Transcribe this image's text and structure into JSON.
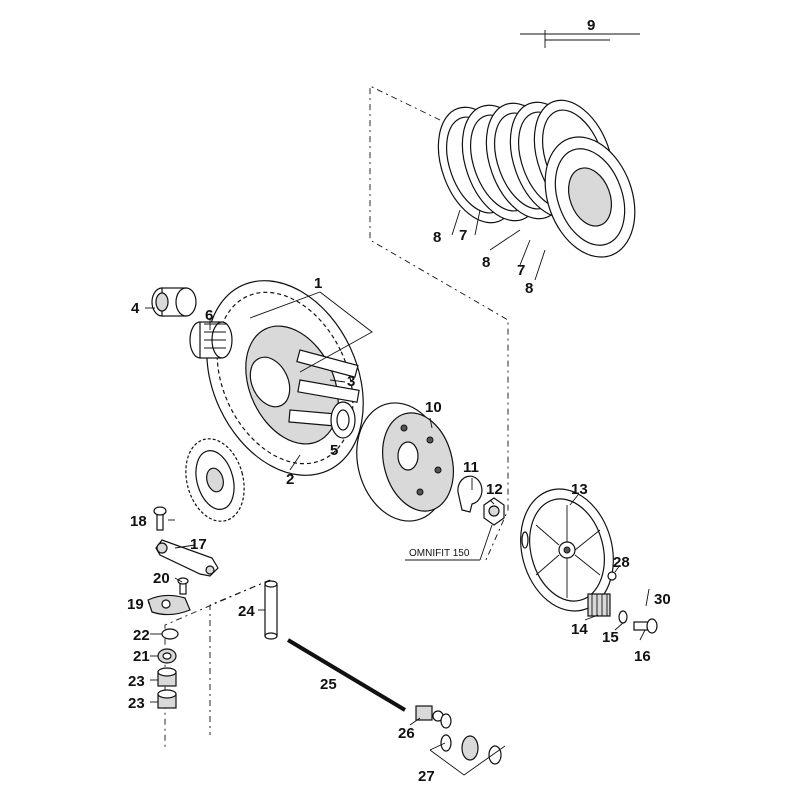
{
  "diagram": {
    "labels": {
      "p1": "1",
      "p2": "2",
      "p3": "3",
      "p4": "4",
      "p5": "5",
      "p6": "6",
      "p7a": "7",
      "p7b": "7",
      "p8a": "8",
      "p8b": "8",
      "p8c": "8",
      "p9": "9",
      "p10": "10",
      "p11": "11",
      "p12": "12",
      "p13": "13",
      "p14": "14",
      "p15": "15",
      "p16": "16",
      "p17": "17",
      "p18": "18",
      "p19": "19",
      "p20": "20",
      "p21": "21",
      "p22": "22",
      "p23a": "23",
      "p23b": "23",
      "p24": "24",
      "p25": "25",
      "p26": "26",
      "p27": "27",
      "p28": "28",
      "p30": "30"
    },
    "omnifit_note": "OMNIFIT 150"
  }
}
